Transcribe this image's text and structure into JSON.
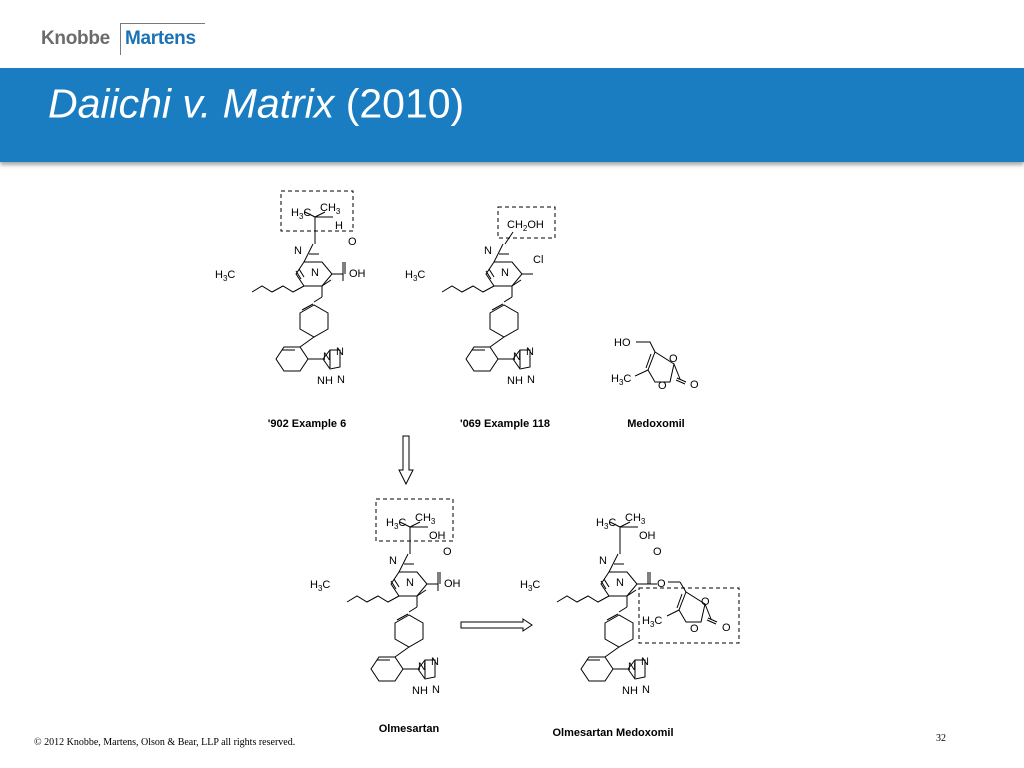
{
  "logo": {
    "word1": "Knobbe",
    "word2": "Martens"
  },
  "slide": {
    "title_italic": "Daiichi v. Matrix",
    "title_year": "(2010)"
  },
  "labels": {
    "ex6": "'902 Example 6",
    "ex118": "'069 Example 118",
    "medoxomil": "Medoxomil",
    "olmesartan": "Olmesartan",
    "olmesartan_medoxomil": "Olmesartan Medoxomil"
  },
  "atoms": {
    "N": "N",
    "NH": "NH",
    "O": "O",
    "OH": "OH",
    "HO": "HO",
    "Cl": "Cl",
    "H": "H",
    "H3C_H": "H",
    "H3C_3": "3",
    "H3C_C": "C",
    "CH3_C": "CH",
    "CH3_3": "3",
    "CH2OH_C": "CH",
    "CH2OH_2": "2",
    "CH2OH_OH": "OH"
  },
  "footer": {
    "copyright": "© 2012 Knobbe, Martens, Olson & Bear, LLP all rights reserved.",
    "page": "32"
  }
}
